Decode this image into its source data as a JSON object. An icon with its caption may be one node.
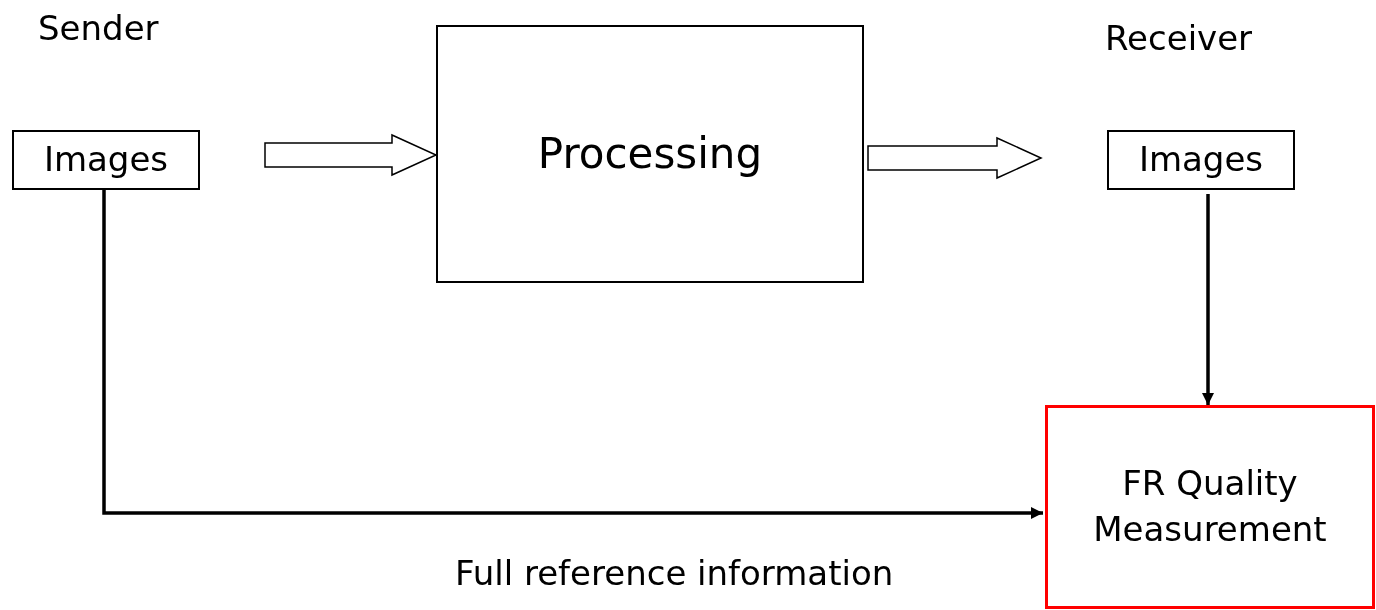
{
  "diagram": {
    "nodes": [
      {
        "text": [
          "Images"
        ],
        "beside": [
          "Sender"
        ]
      },
      {
        "text": [
          "Processing"
        ]
      },
      {
        "text": [
          "Images"
        ],
        "beside": [
          "Receiver"
        ]
      },
      {
        "text": [
          "FR Quality Measurement"
        ]
      }
    ],
    "edges": [
      {
        "from": 0,
        "to": 1,
        "arrow": "to",
        "style": "thick"
      },
      {
        "from": 1,
        "to": 2,
        "arrow": "to",
        "style": "thick"
      },
      {
        "from": 2,
        "to": 3,
        "arrow": "to"
      },
      {
        "from": 0,
        "to": 3,
        "arrow": "to",
        "label": "Full reference information"
      }
    ]
  }
}
